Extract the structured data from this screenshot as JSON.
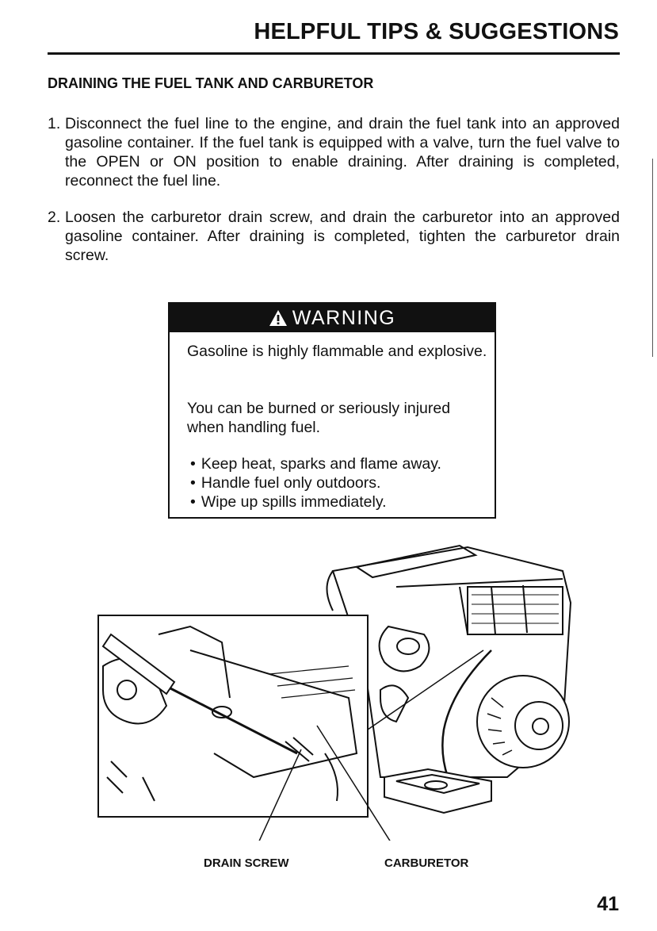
{
  "header": {
    "title": "HELPFUL TIPS & SUGGESTIONS"
  },
  "section": {
    "heading": "DRAINING THE FUEL TANK AND CARBURETOR"
  },
  "steps": [
    {
      "number": "1.",
      "text": "Disconnect the fuel line to the engine, and drain the fuel tank into an approved gasoline container. If the fuel tank is equipped with a valve, turn the fuel valve to the OPEN or ON position to enable draining. After draining is completed, reconnect the fuel line."
    },
    {
      "number": "2.",
      "text": "Loosen the carburetor drain screw, and drain the carburetor into an approved gasoline container. After draining is completed, tighten the carburetor drain screw."
    }
  ],
  "warning": {
    "icon": "warning-triangle-icon",
    "label": "WARNING",
    "paragraphs": [
      "Gasoline is highly flammable and explosive.",
      "You can be burned or seriously injured when handling fuel."
    ],
    "bullets": [
      "Keep heat, sparks and flame away.",
      "Handle fuel only outdoors.",
      "Wipe up spills immediately."
    ]
  },
  "figure": {
    "labels": {
      "drain_screw": "DRAIN SCREW",
      "carburetor": "CARBURETOR"
    }
  },
  "page_number": "41"
}
